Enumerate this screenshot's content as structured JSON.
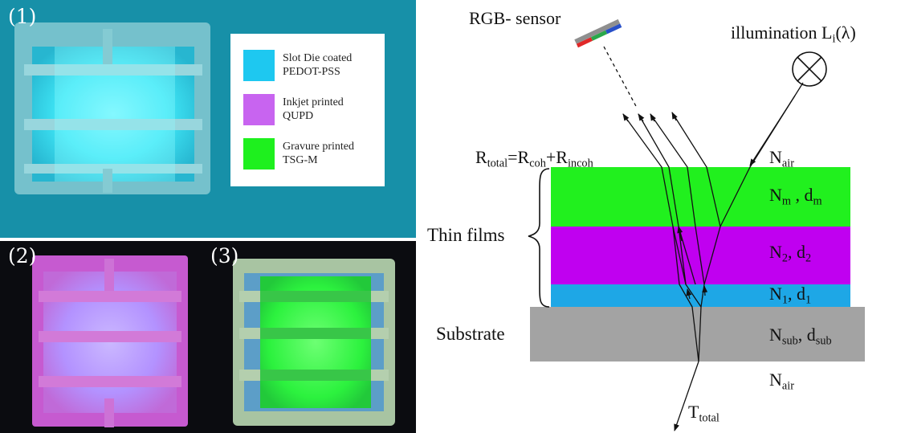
{
  "photos": {
    "panel1": {
      "number": "(1)"
    },
    "panel2": {
      "number": "(2)"
    },
    "panel3": {
      "number": "(3)"
    }
  },
  "legend": {
    "items": [
      {
        "line1": "Slot Die coated",
        "line2": "PEDOT-PSS",
        "color": "#1ec8f0"
      },
      {
        "line1": "Inkjet printed",
        "line2": "QUPD",
        "color": "#c864f0"
      },
      {
        "line1": "Gravure printed",
        "line2": "TSG-M",
        "color": "#1ef01e"
      }
    ]
  },
  "diagram": {
    "sensor_label": "RGB- sensor",
    "illumination_label": "illumination L",
    "illumination_sub": "i",
    "illumination_suffix": "(λ)",
    "rtotal": {
      "r": "R",
      "total_sub": "total",
      "eq_r": "=R",
      "coh_sub": "coh",
      "plus_r": "+R",
      "incoh_sub": "incoh"
    },
    "thin_films_label": "Thin films",
    "substrate_label": "Substrate",
    "ttotal": {
      "t": "T",
      "sub": "total"
    },
    "layers": [
      {
        "n": "N",
        "n_sub": "air",
        "sep": "",
        "d": "",
        "d_sub": ""
      },
      {
        "n": "N",
        "n_sub": "m",
        "sep": " , ",
        "d": "d",
        "d_sub": "m",
        "color": "#21f01e"
      },
      {
        "n": "N",
        "n_sub": "2",
        "sep": ", ",
        "d": "d",
        "d_sub": "2",
        "color": "#c000f0"
      },
      {
        "n": "N",
        "n_sub": "1",
        "sep": ", ",
        "d": "d",
        "d_sub": "1",
        "color": "#1ea7e6"
      },
      {
        "n": "N",
        "n_sub": "sub",
        "sep": ", ",
        "d": "d",
        "d_sub": "sub",
        "color": "#a3a3a3"
      },
      {
        "n": "N",
        "n_sub": "air",
        "sep": "",
        "d": "",
        "d_sub": ""
      }
    ]
  }
}
